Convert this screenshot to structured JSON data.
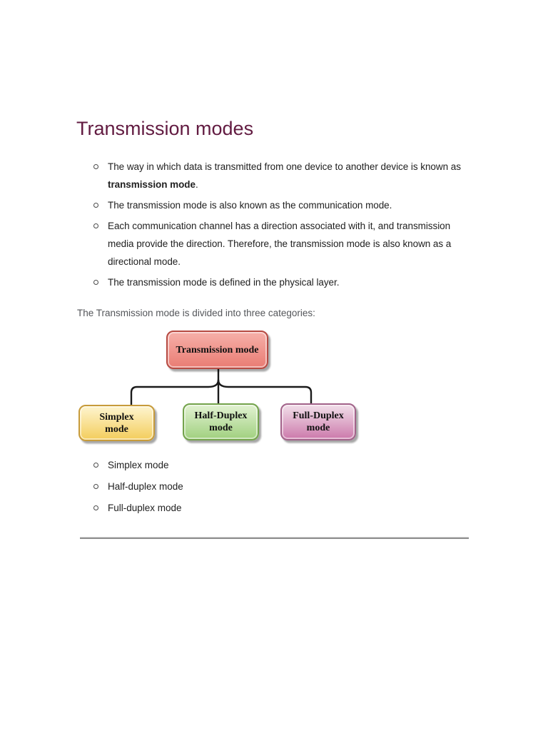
{
  "page": {
    "background": "#ffffff",
    "title": "Transmission modes",
    "title_color": "#621b41",
    "body_text_color": "#212121",
    "subtitle_color": "#54565a",
    "divider_color": "#8f8f8f"
  },
  "content": {
    "bullets": [
      {
        "pre": "The way in which data is transmitted from one device to another device is known as ",
        "bold": "transmission mode",
        "post": "."
      },
      {
        "text": "The transmission mode is also known as the communication mode."
      },
      {
        "text": "Each communication channel has a direction associated with it, and transmission media provide the direction. Therefore, the transmission mode is also known as a directional mode."
      },
      {
        "text": "The transmission mode is defined in the physical layer."
      }
    ],
    "subtitle": "The Transmission mode is divided into three categories:",
    "mode_list": [
      "Simplex mode",
      "Half-duplex mode",
      "Full-duplex mode"
    ]
  },
  "diagram": {
    "connector_color": "#1a1a1a",
    "nodes": [
      {
        "id": "root",
        "label": "Transmission mode",
        "fill_top": "#f5aba4",
        "fill_bottom": "#e97c73",
        "border": "#b64a42"
      },
      {
        "id": "simplex",
        "label": "Simplex mode",
        "fill_top": "#fdf1c4",
        "fill_bottom": "#f3cd5c",
        "border": "#c79b3b"
      },
      {
        "id": "half-duplex",
        "label": "Half-Duplex mode",
        "fill_top": "#dcefca",
        "fill_bottom": "#a0d07f",
        "border": "#74a34c"
      },
      {
        "id": "full-duplex",
        "label": "Full-Duplex mode",
        "fill_top": "#eed6e4",
        "fill_bottom": "#cc79ab",
        "border": "#a2638a"
      }
    ]
  }
}
